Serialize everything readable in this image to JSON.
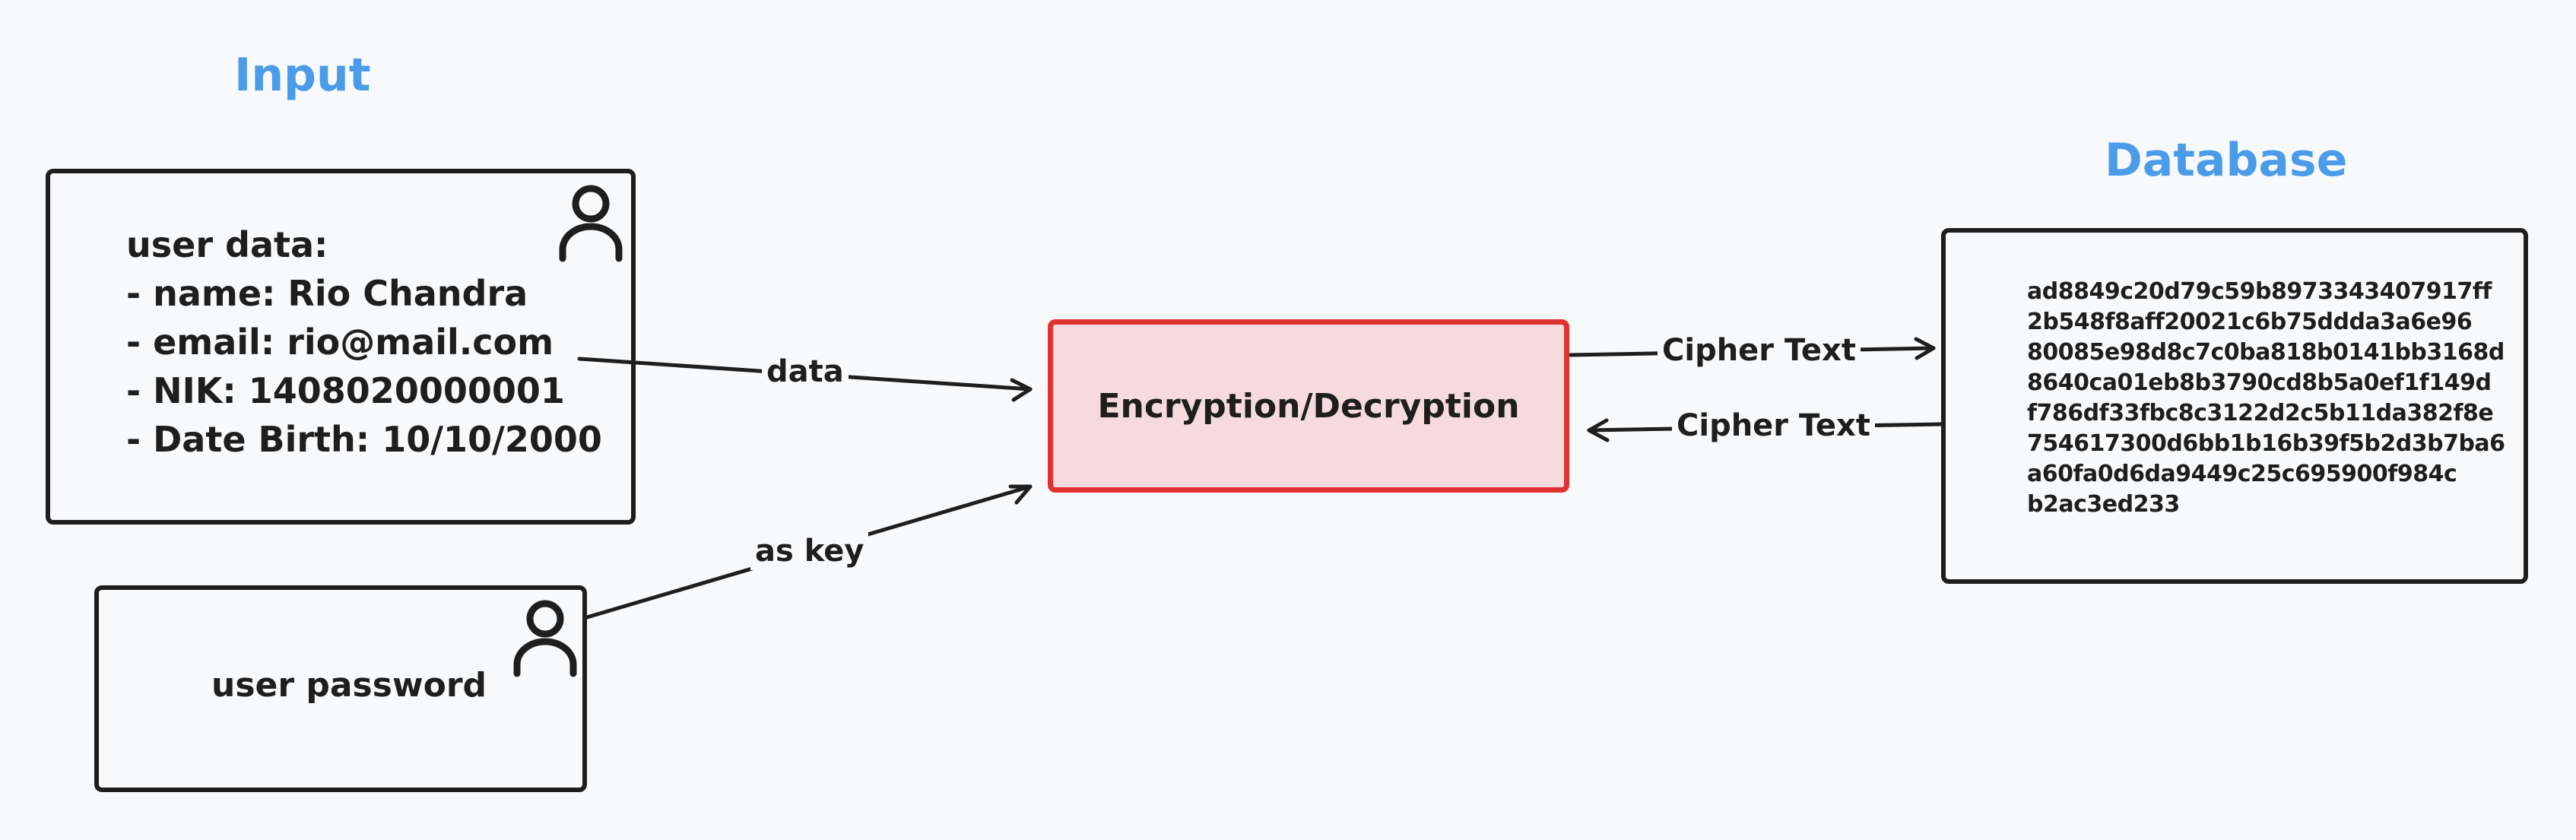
{
  "labels": {
    "input_title": "Input",
    "database_title": "Database"
  },
  "user_data": {
    "lines": [
      "user data:",
      "- name: Rio Chandra",
      "- email: rio@mail.com",
      "- NIK: 1408020000001",
      "- Date Birth: 10/10/2000"
    ]
  },
  "password": {
    "label": "user password"
  },
  "encryption": {
    "label": "Encryption/Decryption"
  },
  "database": {
    "cipher_lines": [
      "ad8849c20d79c59b8973343407917ff",
      "2b548f8aff20021c6b75ddda3a6e96",
      "80085e98d8c7c0ba818b0141bb3168d",
      "8640ca01eb8b3790cd8b5a0ef1f149d",
      "f786df33fbc8c3122d2c5b11da382f8e",
      "754617300d6bb1b16b39f5b2d3b7ba6",
      "a60fa0d6da9449c25c695900f984c",
      "b2ac3ed233"
    ]
  },
  "edges": {
    "data": "data",
    "as_key": "as key",
    "cipher_out": "Cipher Text",
    "cipher_in": "Cipher Text"
  },
  "icons": {
    "user_data_icon": "user-icon",
    "password_icon": "user-icon"
  },
  "colors": {
    "title": "#4a9be8",
    "encryption_border": "#e03131",
    "encryption_fill": "#f6dadd",
    "stroke": "#1e1e1e"
  }
}
